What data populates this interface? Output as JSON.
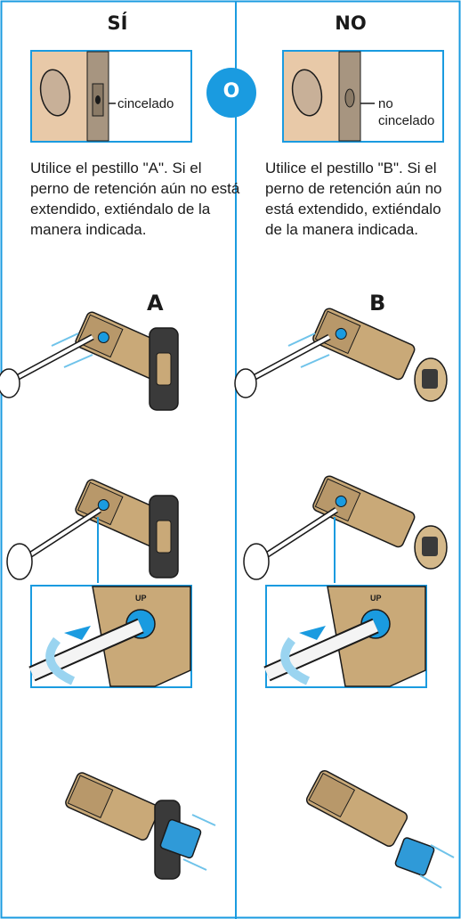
{
  "columns": {
    "left": {
      "heading": "SÍ",
      "callout": "cincelado",
      "instruction": "Utilice el pestillo \"A\". Si el perno de retención aún no está extendido, extiéndalo de la manera indicada.",
      "latch_letter": "A"
    },
    "right": {
      "heading": "NO",
      "callout_line1": "no",
      "callout_line2": "cincelado",
      "instruction": "Utilice el pestillo \"B\". Si el perno de retención aún no está extendido, extiéndalo de la manera indicada.",
      "latch_letter": "B"
    }
  },
  "or_badge": "O",
  "zoom_label": "UP",
  "colors": {
    "accent": "#1a9be0",
    "door": "#e8c9a8",
    "brass": "#c9a978",
    "blue_part": "#2f9ad8"
  }
}
